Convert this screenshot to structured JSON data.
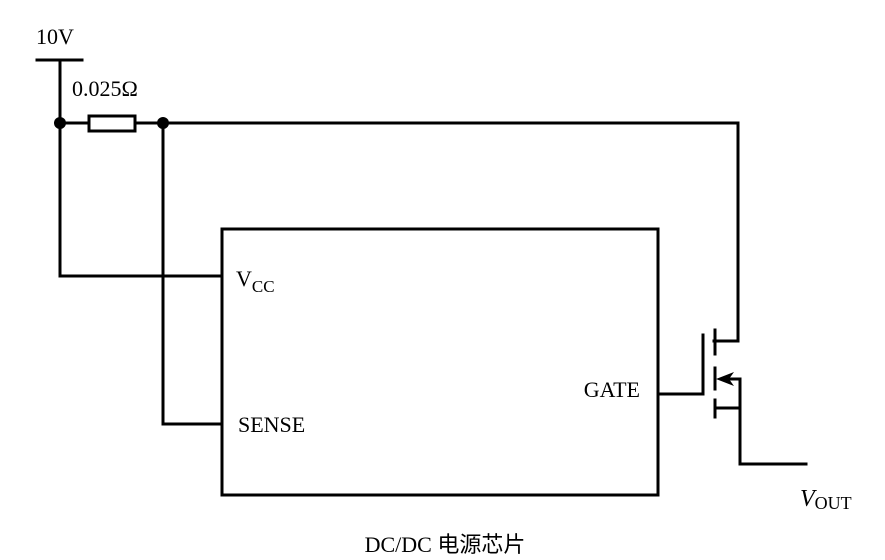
{
  "diagram": {
    "type": "circuit-schematic",
    "supply": {
      "label": "10V"
    },
    "sense_resistor": {
      "label": "0.025Ω"
    },
    "chip": {
      "caption": "DC/DC 电源芯片",
      "pins": {
        "vcc": {
          "main": "V",
          "sub": "CC"
        },
        "sense": "SENSE",
        "gate": "GATE"
      }
    },
    "output": {
      "main": "V",
      "sub": "OUT"
    },
    "colors": {
      "stroke": "#000000",
      "background": "#ffffff"
    }
  }
}
